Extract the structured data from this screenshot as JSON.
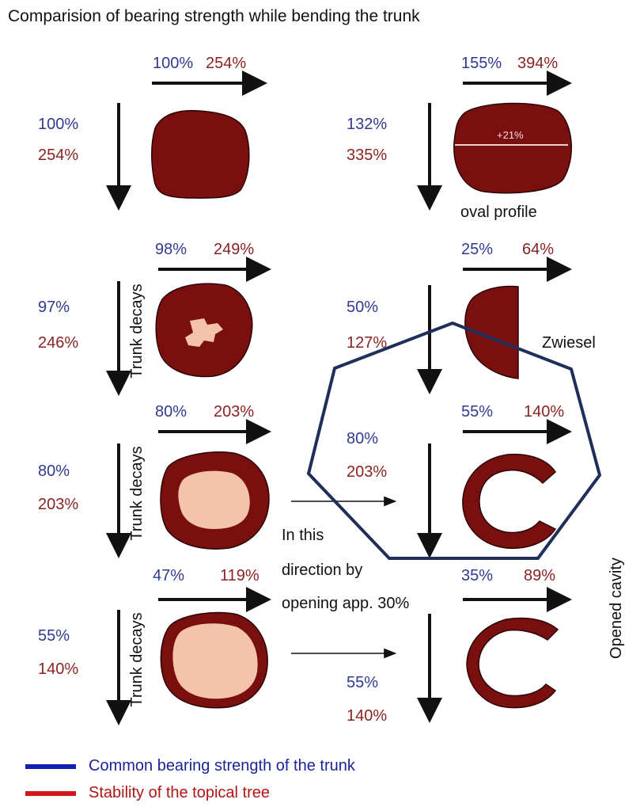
{
  "title": "Comparision of bearing strength while bending the trunk",
  "colors": {
    "blue_text": "#303a8e",
    "red_text": "#8a2323",
    "wood": "#7a0f0f",
    "decay": "#f5c2ab",
    "outline": "#1f2f5a",
    "legend_blue": "#1020b0",
    "legend_red": "#d01818"
  },
  "rows": [
    {
      "left": {
        "h_blue": "100%",
        "h_red": "254%",
        "v_blue": "100%",
        "v_red": "254%",
        "side_label": "",
        "shape": "solid-round"
      },
      "right": {
        "h_blue": "155%",
        "h_red": "394%",
        "v_blue": "132%",
        "v_red": "335%",
        "inner_label": "+21%",
        "caption": "oval profile",
        "shape": "oval"
      }
    },
    {
      "left": {
        "h_blue": "98%",
        "h_red": "249%",
        "v_blue": "97%",
        "v_red": "246%",
        "side_label": "Trunk decays",
        "shape": "small-decay"
      },
      "right": {
        "h_blue": "25%",
        "h_red": "64%",
        "v_blue": "50%",
        "v_red": "127%",
        "caption": "Zwiesel",
        "shape": "half"
      }
    },
    {
      "left": {
        "h_blue": "80%",
        "h_red": "203%",
        "v_blue": "80%",
        "v_red": "203%",
        "side_label": "Trunk decays",
        "shape": "large-decay"
      },
      "right": {
        "h_blue": "55%",
        "h_red": "140%",
        "v_blue": "80%",
        "v_red": "203%",
        "shape": "c-ring"
      }
    },
    {
      "left": {
        "h_blue": "47%",
        "h_red": "119%",
        "v_blue": "55%",
        "v_red": "140%",
        "side_label": "Trunk decays",
        "shape": "thin-ring"
      },
      "right": {
        "h_blue": "35%",
        "h_red": "89%",
        "v_blue": "55%",
        "v_red": "140%",
        "shape": "c-thin"
      }
    }
  ],
  "middle_note": [
    "In this",
    "direction by",
    "opening app. 30%"
  ],
  "side_right_label": "Opened cavity",
  "legend": [
    {
      "label": "Common bearing strength of the trunk",
      "color": "blue"
    },
    {
      "label": "Stability of the topical tree",
      "color": "red"
    }
  ]
}
